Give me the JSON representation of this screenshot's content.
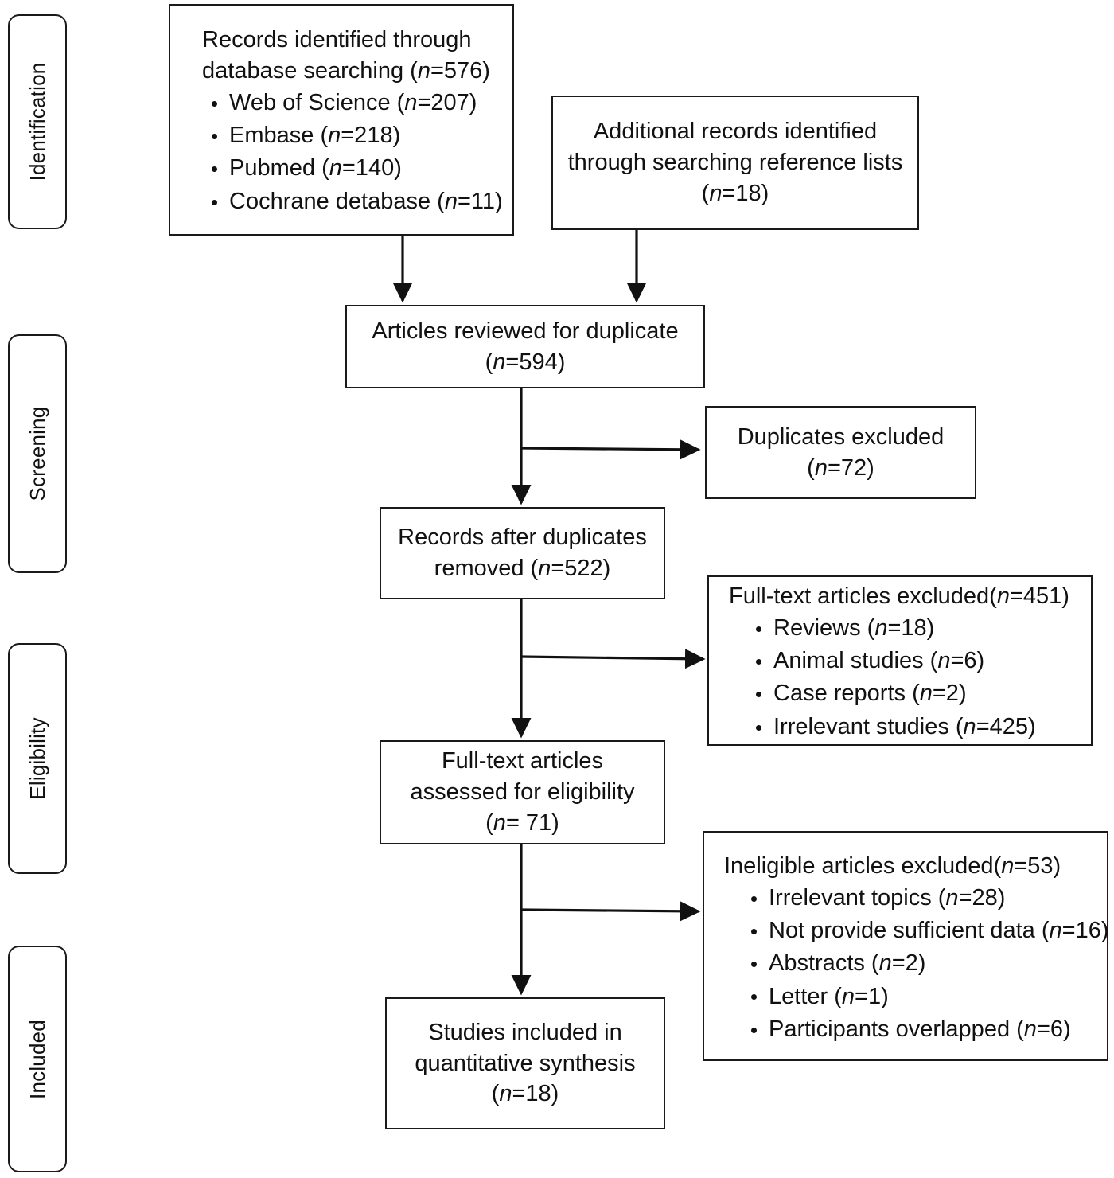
{
  "figure": {
    "type": "prisma-flow-diagram",
    "stages": [
      {
        "id": "identification",
        "label": "Identification"
      },
      {
        "id": "screening",
        "label": "Screening"
      },
      {
        "id": "eligibility",
        "label": "Eligibility"
      },
      {
        "id": "included",
        "label": "Included"
      }
    ],
    "boxes": {
      "database_search": {
        "title": "Records identified through\ndatabase searching (n=576)",
        "items": [
          "Web of Science (n=207)",
          "Embase (n=218)",
          "Pubmed (n=140)",
          "Cochrane detabase (n=11)"
        ]
      },
      "additional_records": {
        "title": "Additional records identified\nthrough searching reference lists\n(n=18)"
      },
      "reviewed_duplicate": {
        "title": "Articles reviewed for duplicate\n(n=594)"
      },
      "duplicates_excluded": {
        "title": "Duplicates   excluded\n(n=72)"
      },
      "after_duplicates": {
        "title": "Records after duplicates\nremoved (n=522)"
      },
      "fulltext_excluded": {
        "title": "Full-text articles excluded(n=451)",
        "items": [
          "Reviews (n=18)",
          "Animal studies (n=6)",
          "Case reports (n=2)",
          "Irrelevant studies (n=425)"
        ]
      },
      "fulltext_assessed": {
        "title": "Full-text articles\nassessed for eligibility\n(n= 71)"
      },
      "ineligible_excluded": {
        "title": "Ineligible articles excluded(n=53)",
        "items": [
          "Irrelevant topics (n=28)",
          "Not provide sufficient data (n=16)",
          "Abstracts (n=2)",
          "Letter (n=1)",
          "Participants overlapped (n=6)"
        ]
      },
      "studies_included": {
        "title": "Studies included in\nquantitative synthesis\n(n=18)"
      }
    },
    "colors": {
      "stroke": "#1a1a1a",
      "text": "#111111",
      "background": "#ffffff"
    }
  }
}
